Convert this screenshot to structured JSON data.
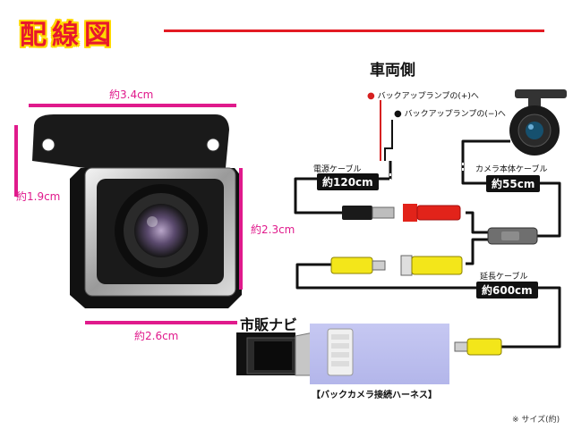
{
  "title": "配線図",
  "camera_dims": {
    "width_top": "約3.4cm",
    "height_left": "約1.9cm",
    "height_right": "約2.3cm",
    "width_bottom": "約2.6cm"
  },
  "vehicle_side": "車両側",
  "lamp_plus": "バックアップランプの(+)へ",
  "lamp_minus": "バックアップランプの(−)へ",
  "power_cable": {
    "name": "電源ケーブル",
    "length": "約120cm"
  },
  "camera_cable": {
    "name": "カメラ本体ケーブル",
    "length": "約55cm"
  },
  "extension_cable": {
    "name": "延長ケーブル",
    "length": "約600cm"
  },
  "nav": "市販ナビ",
  "harness": "【バックカメラ接続ハーネス】",
  "size_note": "※ サイズ(約)",
  "colors": {
    "dimension": "#e01a8c",
    "title": "#e8182c",
    "title_outline": "#ffd800",
    "rca_yellow": "#f3e61a",
    "dc_red": "#e2231a"
  }
}
